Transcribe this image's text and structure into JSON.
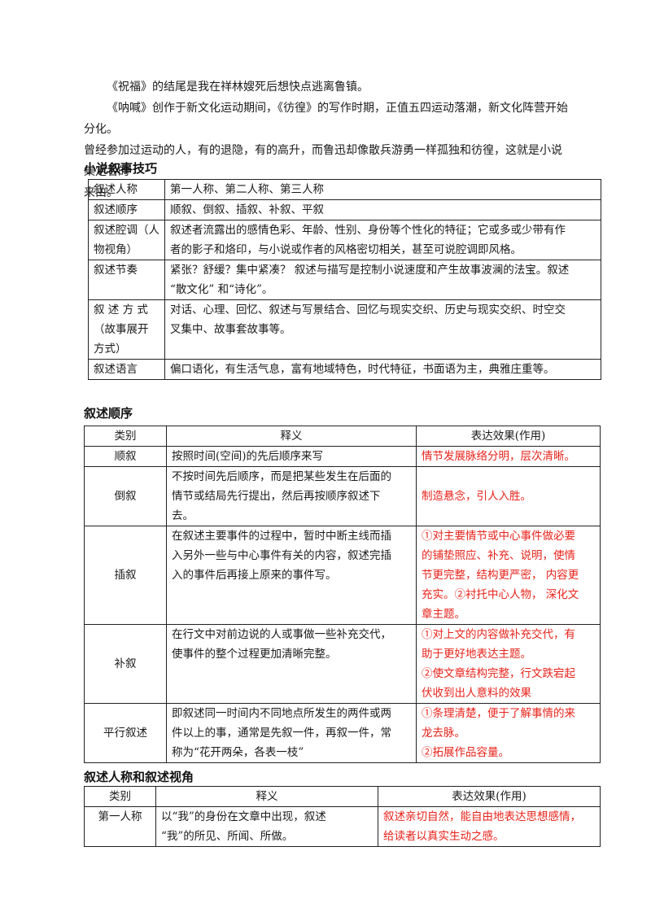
{
  "intro": {
    "p1": "《祝福》的结尾是我在祥林嫂死后想快点逃离鲁镇。",
    "p2_lines": [
      "《呐喊》创作于新文化运动期间，《彷徨》的写作时期，正值五四运动落潮，新文化阵营开始分化。",
      "曾经参加过运动的人，有的退隐，有的高升，而鲁迅却像散兵游勇一样孤独和彷徨，这就是小说集定名的",
      "来由。"
    ]
  },
  "section1": {
    "title": "小说叙事技巧",
    "rows": [
      {
        "label": [
          "叙述人称"
        ],
        "content": [
          "第一人称、第二人称、第三人称"
        ]
      },
      {
        "label": [
          "叙述顺序"
        ],
        "content": [
          "顺叙、倒叙、插叙、补叙、平叙"
        ]
      },
      {
        "label": [
          "叙述腔调（人",
          "物视角）"
        ],
        "content": [
          "叙述者流露出的感情色彩、年龄、性别、身份等个性化的特征；它或多或少带有作",
          "者的影子和烙印，与小说或作者的风格密切相关，甚至可说腔调即风格。"
        ]
      },
      {
        "label": [
          "叙述节奏"
        ],
        "content": [
          "紧张？舒缓？集中紧凑？ 叙述与描写是控制小说速度和产生故事波澜的法宝。叙述",
          "“散文化” 和“诗化”。"
        ]
      },
      {
        "label": [
          "叙 述 方 式",
          "（故事展开",
          "方式）"
        ],
        "content": [
          "对话、心理、回忆、叙述与写景结合、回忆与现实交织、历史与现实交织、时空交",
          "叉集中、故事套故事等。"
        ]
      },
      {
        "label": [
          "叙述语言"
        ],
        "content": [
          "偏口语化，有生活气息，富有地域特色，时代特征，书面语为主，典雅庄重等。"
        ]
      }
    ]
  },
  "section2": {
    "title": "叙述顺序",
    "headers": [
      "类别",
      "释义",
      "表达效果(作用)"
    ],
    "rows": [
      {
        "type": "顺叙",
        "def": [
          "按照时间(空间)的先后顺序来写"
        ],
        "effect": [
          "情节发展脉络分明，层次清晰。"
        ]
      },
      {
        "type": "倒叙",
        "def": [
          "不按时间先后顺序，而是把某些发生在后面的",
          "情节或结局先行提出，然后再按顺序叙述下",
          "去。"
        ],
        "effect": [
          "制造悬念，引人入胜。"
        ]
      },
      {
        "type": "插叙",
        "def": [
          "在叙述主要事件的过程中，暂时中断主线而插",
          "入另外一些与中心事件有关的内容，叙述完插",
          "入的事件后再接上原来的事件写。"
        ],
        "effect": [
          "①对主要情节或中心事件做必要",
          "的铺垫照应、补充、说明，使情",
          "节更完整，结构更严密， 内容更",
          "充实。②衬托中心人物， 深化文",
          "章主题。"
        ]
      },
      {
        "type": "补叙",
        "def": [
          "在行文中对前边说的人或事做一些补充交代，",
          "使事件的整个过程更加清晰完整。"
        ],
        "effect": [
          "①对上文的内容做补充交代，有",
          "助于更好地表达主题。",
          "②使文章结构完整，行文跌宕起",
          "伏收到出人意料的效果"
        ]
      },
      {
        "type": "平行叙述",
        "def": [
          "即叙述同一时间内不同地点所发生的两件或两",
          "件以上的事，通常是先叙一件，再叙一件，常",
          "称为“花开两朵，各表一枝”"
        ],
        "effect": [
          "①条理清楚，便于了解事情的来",
          "龙去脉。",
          "②拓展作品容量。"
        ]
      }
    ]
  },
  "section3": {
    "title": "叙述人称和叙述视角",
    "headers": [
      "类别",
      "释义",
      "表达效果(作用)"
    ],
    "rows": [
      {
        "type": "第一人称",
        "def": [
          "以“我”的身份在文章中出现，叙述",
          "“我”的所见、所闻、所做。"
        ],
        "effect": [
          "叙述亲切自然，能自由地表达思想感情，",
          "给读者以真实生动之感。"
        ]
      }
    ]
  },
  "colors": {
    "effect_text": "#e8231b",
    "body_text": "#1a1a1a",
    "border": "#222222"
  }
}
